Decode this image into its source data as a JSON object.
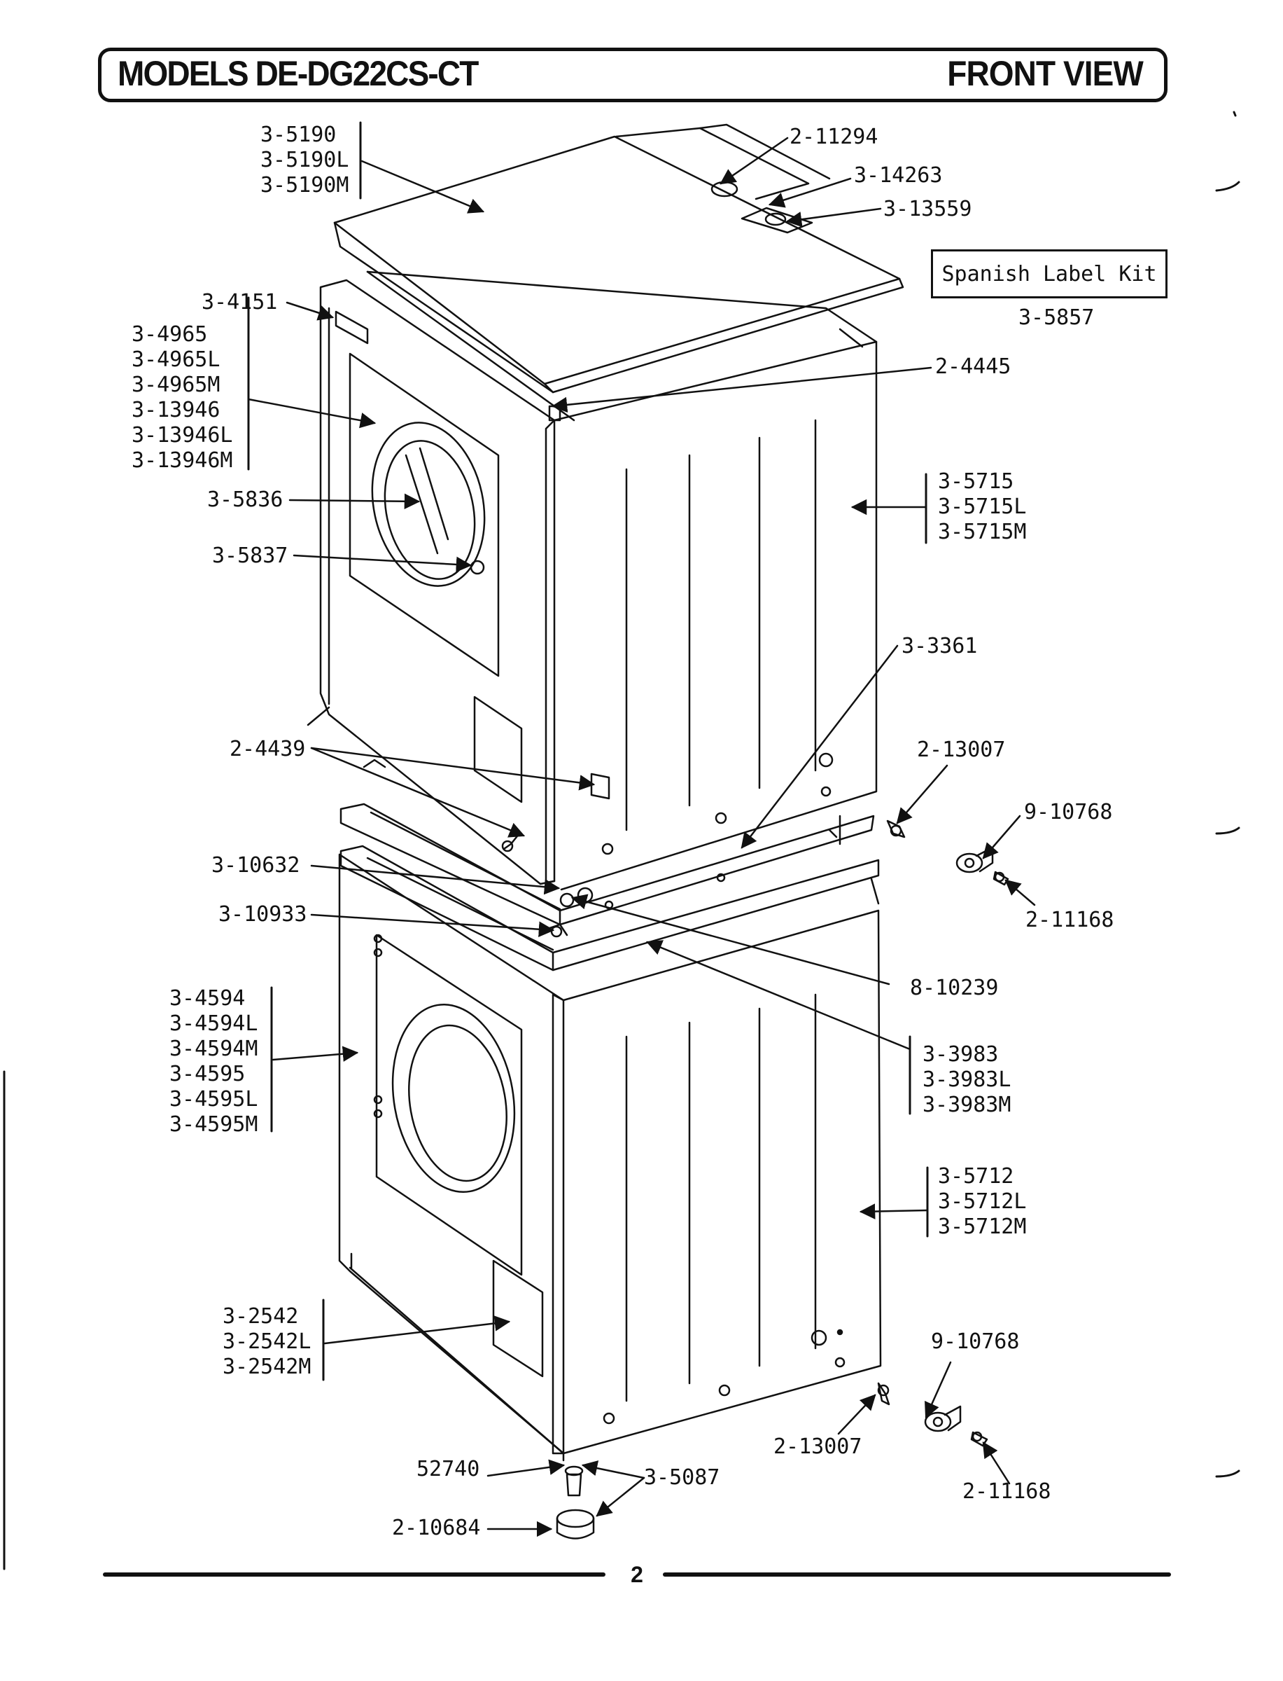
{
  "header": {
    "title": "MODELS DE-DG22CS-CT",
    "view": "FRONT VIEW"
  },
  "kit": {
    "title": "Spanish Label Kit",
    "part": "3-5857"
  },
  "labels": {
    "p2_11294": "2-11294",
    "p3_14263": "3-14263",
    "p3_13559": "3-13559",
    "p3_4151": "3-4151",
    "p2_4445": "2-4445",
    "p3_5836": "3-5836",
    "p3_5837": "3-5837",
    "p3_3361": "3-3361",
    "p2_13007_top": "2-13007",
    "p9_10768_top": "9-10768",
    "p2_11168_top": "2-11168",
    "p2_4439": "2-4439",
    "p3_10632": "3-10632",
    "p3_10933": "3-10933",
    "p8_10239": "8-10239",
    "p9_10768_bot": "9-10768",
    "p2_13007_bot": "2-13007",
    "p52740": "52740",
    "p3_5087": "3-5087",
    "p2_10684": "2-10684",
    "p2_11168_bot": "2-11168"
  },
  "groups": {
    "top_panel": [
      "3-5190",
      "3-5190L",
      "3-5190M"
    ],
    "door": [
      "3-4965",
      "3-4965L",
      "3-4965M",
      "3-13946",
      "3-13946L",
      "3-13946M"
    ],
    "upper_cabinet": [
      "3-5715",
      "3-5715L",
      "3-5715M"
    ],
    "front_lower": [
      "3-4594",
      "3-4594L",
      "3-4594M",
      "3-4595",
      "3-4595L",
      "3-4595M"
    ],
    "stack_frame": [
      "3-3983",
      "3-3983L",
      "3-3983M"
    ],
    "lower_cabinet": [
      "3-5712",
      "3-5712L",
      "3-5712M"
    ],
    "access_panel": [
      "3-2542",
      "3-2542L",
      "3-2542M"
    ]
  },
  "footer": {
    "page_number": "2"
  }
}
